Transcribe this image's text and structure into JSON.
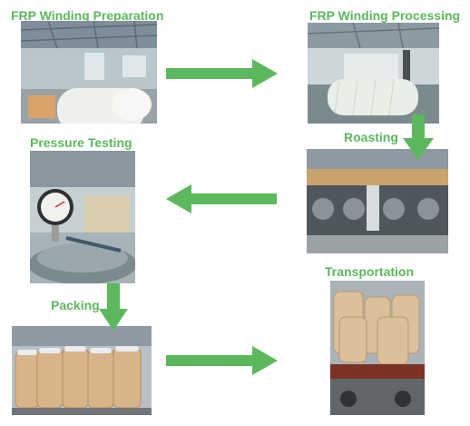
{
  "steps": [
    {
      "label": "FRP Winding Preparation"
    },
    {
      "label": "FRP Winding Processing"
    },
    {
      "label": "Roasting"
    },
    {
      "label": "Pressure Testing"
    },
    {
      "label": "Packing"
    },
    {
      "label": "Transportation"
    }
  ],
  "colors": {
    "accent": "#5cb85c",
    "arrow": "#5cb85c"
  }
}
